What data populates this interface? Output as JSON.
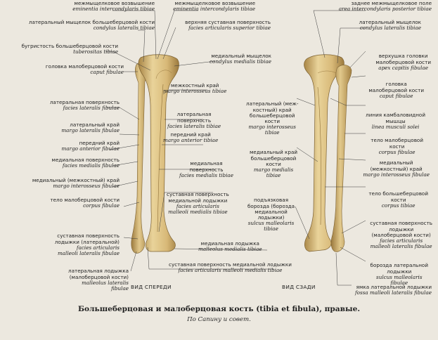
{
  "caption": "Большеберцовая и малоберцовая кость (tibia et fibula), правые.",
  "credit": "По Сапину и совет.",
  "views": {
    "front": "ВИД СПЕРЕДИ",
    "back": "ВИД СЗАДИ"
  },
  "colors": {
    "bone_light": "#e9d39a",
    "bone_mid": "#d2b06a",
    "bone_dark": "#a98646",
    "line": "#3a3a3a",
    "bg": "#ece8df"
  },
  "labels": [
    {
      "id": "fl-eminentia",
      "ru": "межмыщелковое возвышение",
      "la": "eminentia intercondylaris tibiae"
    },
    {
      "id": "fl-condylus-lat",
      "ru": "латеральный мыщелок большеберцовой кости",
      "la": "condylus lateralis tibiae"
    },
    {
      "id": "fl-tuberositas",
      "ru": "бугристость большеберцовой кости",
      "la": "tuberositas tibiae"
    },
    {
      "id": "fl-caput",
      "ru": "головка малоберцовой кости",
      "la": "caput fibulae"
    },
    {
      "id": "fl-facies-lat",
      "ru": "латеральная поверхность",
      "la": "facies lateralis fibulae"
    },
    {
      "id": "fl-margo-lat",
      "ru": "латеральный край",
      "la": "margo lateralis fibulae"
    },
    {
      "id": "fl-margo-ant",
      "ru": "передний край",
      "la": "margo anterior fibulae"
    },
    {
      "id": "fl-facies-med",
      "ru": "медиальная поверхность",
      "la": "facies medialis fibulae"
    },
    {
      "id": "fl-margo-int",
      "ru": "медиальный (межкостный) край",
      "la": "margo interosseus fibulae"
    },
    {
      "id": "fl-corpus",
      "ru": "тело малоберцовой кости",
      "la": "corpus fibulae"
    },
    {
      "id": "fl-facies-art-lat",
      "ru": "суставная поверхность\nлодыжки (латеральной)",
      "la": "facies articularis\nmalleoli lateralis fibulae"
    },
    {
      "id": "fl-malleolus-lat",
      "ru": "латеральная лодыжка\n(малоберцовой кости)",
      "la": "malleolus lateralis\nfibulae"
    },
    {
      "id": "fc-eminentia",
      "ru": "межмыщелковое возвышение",
      "la": "eminentia intercondylaris tibiae"
    },
    {
      "id": "fc-facies-sup",
      "ru": "верхняя суставная поверхность",
      "la": "facies articularis superior tibiae"
    },
    {
      "id": "fc-condylus-med",
      "ru": "медиальный мыщелок",
      "la": "condylus medialis tibiae"
    },
    {
      "id": "fc-margo-int",
      "ru": "межкостный край",
      "la": "margo interosseus tibiae"
    },
    {
      "id": "fc-facies-lat",
      "ru": "латеральная\nповерхность",
      "la": "facies lateralis tibiae"
    },
    {
      "id": "fc-margo-ant",
      "ru": "передний край",
      "la": "margo anterior tibiae"
    },
    {
      "id": "fc-facies-med",
      "ru": "медиальная\nповерхность",
      "la": "facies medialis tibiae"
    },
    {
      "id": "fc-facies-art-med",
      "ru": "суставная поверхность\nмедиальной лодыжки",
      "la": "facies articularis\nmalleoli medialis tibiae"
    },
    {
      "id": "fc-malleolus-med",
      "ru": "медиальная лодыжка",
      "la": "malleolus medialis tibiae"
    },
    {
      "id": "fc-facies-art-med2",
      "ru": "суставная поверхность медиальной лодыжки",
      "la": "facies articularis malleoli medialis tibiae"
    },
    {
      "id": "bc-margo-int",
      "ru": "латеральный (меж-\nкостный) край\nбольшеберцовой\nкости",
      "la": "margo interosseus\ntibiae"
    },
    {
      "id": "bc-margo-med",
      "ru": "медиальный край\nбольшеберцовой\nкости",
      "la": "margo medialis\ntibiae"
    },
    {
      "id": "bc-sulcus",
      "ru": "подъязковая\nборозда (борозда\nмедиальной\nлодыжки)",
      "la": "sulcus malleolaris\ntibiae"
    },
    {
      "id": "br-area",
      "ru": "заднее межмыщелковое поле",
      "la": "area intercondylaris posterior tibiae"
    },
    {
      "id": "br-condylus-lat",
      "ru": "латеральный мыщелок",
      "la": "condylus lateralis tibiae"
    },
    {
      "id": "br-apex",
      "ru": "верхушка головки\nмалоберцовой кости",
      "la": "apex capitis fibulae"
    },
    {
      "id": "br-caput",
      "ru": "головка\nмалоберцовой кости",
      "la": "caput fibulae"
    },
    {
      "id": "br-linea",
      "ru": "линия камбаловидной\nмышцы",
      "la": "linea musculi solei"
    },
    {
      "id": "br-corpus-fib",
      "ru": "тело малоберцовой\nкости",
      "la": "corpus fibulae"
    },
    {
      "id": "br-margo-int",
      "ru": "медиальный\n(межкостный) край",
      "la": "margo interosseus fibulae"
    },
    {
      "id": "br-corpus-tib",
      "ru": "тело большеберцовой\nкости",
      "la": "corpus tibiae"
    },
    {
      "id": "br-facies-art",
      "ru": "суставная поверхность\nлодыжки\n(малоберцовой кости)",
      "la": "facies articularis\nmalleoli lateralis fibulae"
    },
    {
      "id": "br-sulcus-lat",
      "ru": "борозда латеральной\nлодыжки",
      "la": "sulcus malleolaris\nfibulae"
    },
    {
      "id": "br-fossa",
      "ru": "ямка латеральной лодыжки",
      "la": "fossa malleoli lateralis fibulae"
    }
  ]
}
